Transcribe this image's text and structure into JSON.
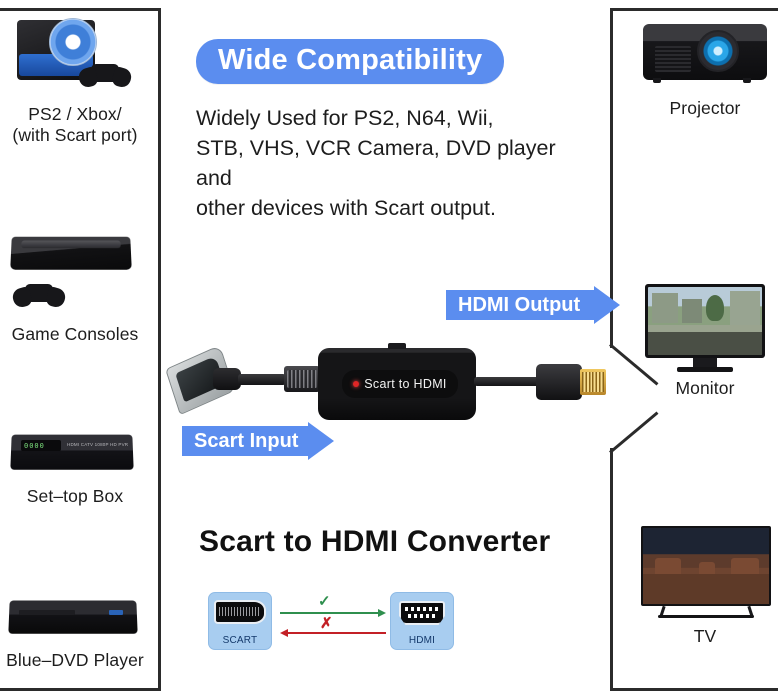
{
  "headline": {
    "pill": "Wide Compatibility",
    "body": "Widely Used for PS2, N64, Wii,\nSTB, VHS, VCR Camera, DVD player and\nother devices with Scart output."
  },
  "left_column": [
    {
      "label": "PS2 / Xbox/\n(with Scart port)",
      "icon": "ps2-console-icon"
    },
    {
      "label": "Game Consoles",
      "icon": "ps3-console-icon"
    },
    {
      "label": "Set–top Box",
      "icon": "set-top-box-icon"
    },
    {
      "label": "Blue–DVD Player",
      "icon": "blu-ray-player-icon"
    }
  ],
  "right_column": [
    {
      "label": "Projector",
      "icon": "projector-icon"
    },
    {
      "label": "Monitor",
      "icon": "monitor-icon"
    },
    {
      "label": "TV",
      "icon": "tv-icon"
    }
  ],
  "callouts": {
    "input": "Scart Input",
    "output": "HDMI Output"
  },
  "device": {
    "label": "Scart  to  HDMI",
    "led_color": "#e02626"
  },
  "bottom": {
    "title": "Scart to HDMI Converter",
    "port_from": "SCART",
    "port_to": "HDMI",
    "ok_mark": "✓",
    "bad_mark": "✗"
  },
  "colors": {
    "accent_blue": "#5b8def",
    "tile_blue": "#a8cdf0",
    "ok_green": "#2f8f4e",
    "bad_red": "#c32026"
  }
}
